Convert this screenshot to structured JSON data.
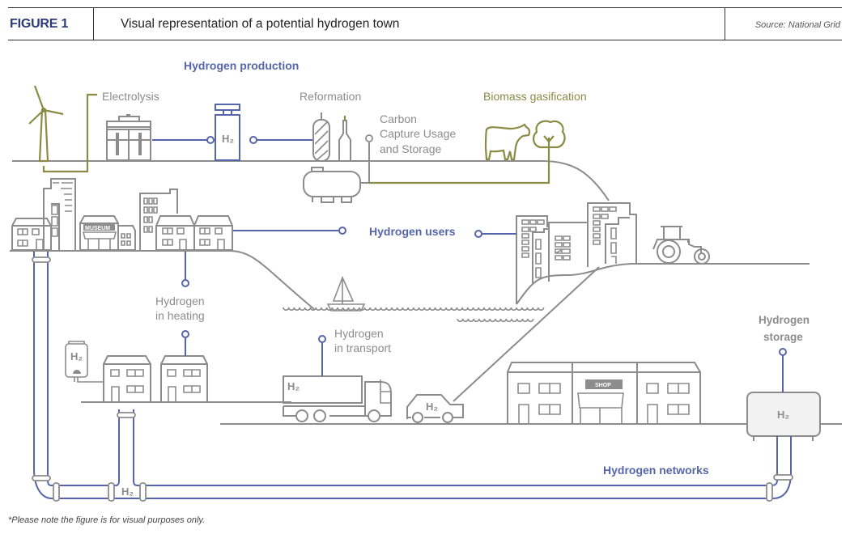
{
  "header": {
    "figure_label": "FIGURE 1",
    "title": "Visual representation of a potential hydrogen town",
    "source": "Source: National Grid"
  },
  "footnote": "*Please note the figure is for visual purposes only.",
  "colors": {
    "accent_blue": "#5565a9",
    "olive": "#8b8b45",
    "line_grey": "#8c8c8c",
    "header_navy": "#2b3a78"
  },
  "sections": {
    "production": "Hydrogen production",
    "users": "Hydrogen users",
    "networks": "Hydrogen networks",
    "storage_line1": "Hydrogen",
    "storage_line2": "storage"
  },
  "labels": {
    "electrolysis": "Electrolysis",
    "reformation": "Reformation",
    "ccus_line1": "Carbon",
    "ccus_line2": "Capture Usage",
    "ccus_line3": "and Storage",
    "biomass": "Biomass gasification",
    "heating_line1": "Hydrogen",
    "heating_line2": "in heating",
    "transport_line1": "Hydrogen",
    "transport_line2": "in transport"
  },
  "signs": {
    "museum": "MUSEUM",
    "shop": "SHOP"
  },
  "h2_tag": "H₂",
  "icons": [
    "wind-turbine-icon",
    "electrolyser-icon",
    "gas-cylinder-icon",
    "reformer-icon",
    "storage-tank-icon",
    "cow-icon",
    "tree-icon",
    "tractor-icon",
    "boat-icon",
    "boiler-icon",
    "truck-icon",
    "car-icon",
    "storage-unit-icon"
  ]
}
